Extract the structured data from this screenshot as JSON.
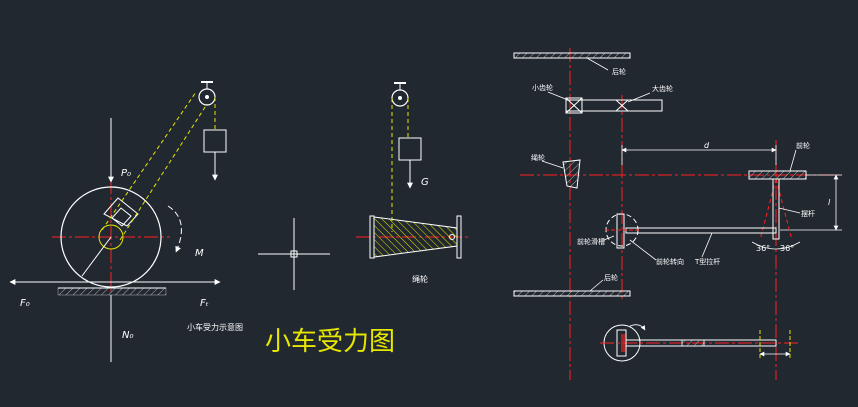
{
  "drawing": {
    "background": "#212830",
    "title": "小车受力图",
    "title_color": "#e6e600",
    "line_colors": {
      "white": "#ffffff",
      "red": "#ff2020",
      "yellow": "#e6e600",
      "hatch": "#b0b0b0"
    }
  },
  "wheel_view": {
    "labels": {
      "p0": "P₀",
      "m": "M",
      "f0": "F₀",
      "ft": "Fₜ",
      "n0": "N₀",
      "caption": "小车受力示意图"
    }
  },
  "pulley_view": {
    "labels": {
      "g": "G",
      "caption": "绳轮"
    }
  },
  "plan_view": {
    "labels": {
      "rear_wheel_top": "后轮",
      "small_gear": "小齿轮",
      "large_gear": "大齿轮",
      "rope_wheel": "绳轮",
      "d": "d",
      "front_wheel": "前轮",
      "swing_rod": "摆杆",
      "angle_left": "36°",
      "angle_right": "36°",
      "rear_wheel_slot": "前轮滑槽",
      "direction_wheel": "前轮转向",
      "t_rod": "T型拉杆",
      "rear_wheel_bottom": "后轮",
      "dim_l": "l"
    }
  }
}
